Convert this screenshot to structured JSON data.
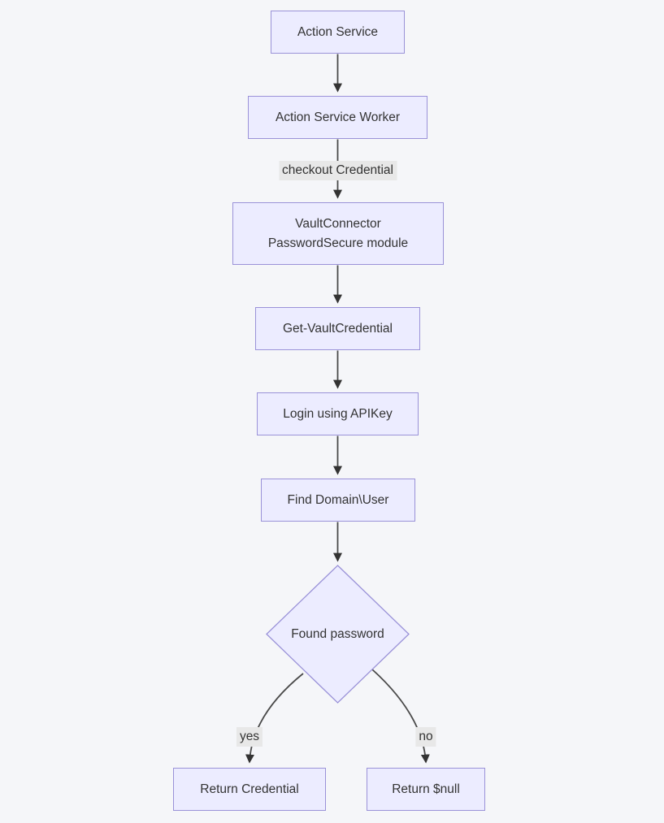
{
  "diagram": {
    "type": "flowchart",
    "direction": "top-down",
    "nodes": [
      {
        "id": "action-service",
        "shape": "rect",
        "label": "Action Service"
      },
      {
        "id": "action-service-worker",
        "shape": "rect",
        "label": "Action Service Worker"
      },
      {
        "id": "vault-connector",
        "shape": "rect",
        "label": "VaultConnector\nPasswordSecure module"
      },
      {
        "id": "get-vault-credential",
        "shape": "rect",
        "label": "Get-VaultCredential"
      },
      {
        "id": "login-using-apikey",
        "shape": "rect",
        "label": "Login using APIKey"
      },
      {
        "id": "find-domain-user",
        "shape": "rect",
        "label": "Find Domain\\User"
      },
      {
        "id": "found-password",
        "shape": "diamond",
        "label": "Found password"
      },
      {
        "id": "return-credential",
        "shape": "rect",
        "label": "Return Credential"
      },
      {
        "id": "return-null",
        "shape": "rect",
        "label": "Return $null"
      }
    ],
    "edge_labels": [
      {
        "id": "checkout-credential",
        "label": "checkout Credential"
      },
      {
        "id": "yes",
        "label": "yes"
      },
      {
        "id": "no",
        "label": "no"
      }
    ],
    "colors": {
      "background": "#f5f6f9",
      "node_fill": "#ECECFF",
      "node_border": "#9a92d8",
      "edge": "#4a4a4a",
      "text": "#333333",
      "edge_label_bg": "#e8e8e8"
    }
  }
}
